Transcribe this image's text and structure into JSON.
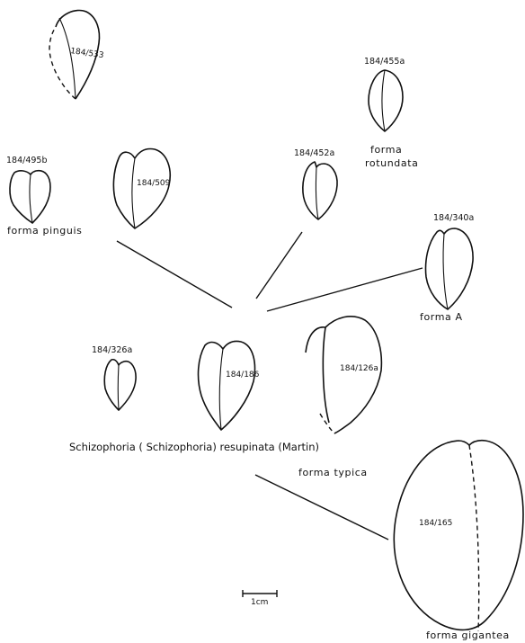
{
  "specimens": {
    "s533": "184/533",
    "s455a": "184/455a",
    "s495b": "184/495b",
    "s509": "184/509",
    "s452a": "184/452a",
    "s340a": "184/340a",
    "s326a": "184/326a",
    "s186": "184/186",
    "s126a": "184/126a",
    "s165": "184/165"
  },
  "forms": {
    "rotundata_line1": "forma",
    "rotundata_line2": "rotundata",
    "pinguis": "forma pinguis",
    "a": "forma  A",
    "typica": "forma typica",
    "gigantea": "forma gigantea"
  },
  "title": "Schizophoria ( Schizophoria) resupinata (Martin)",
  "scale_bar_label": "1cm"
}
